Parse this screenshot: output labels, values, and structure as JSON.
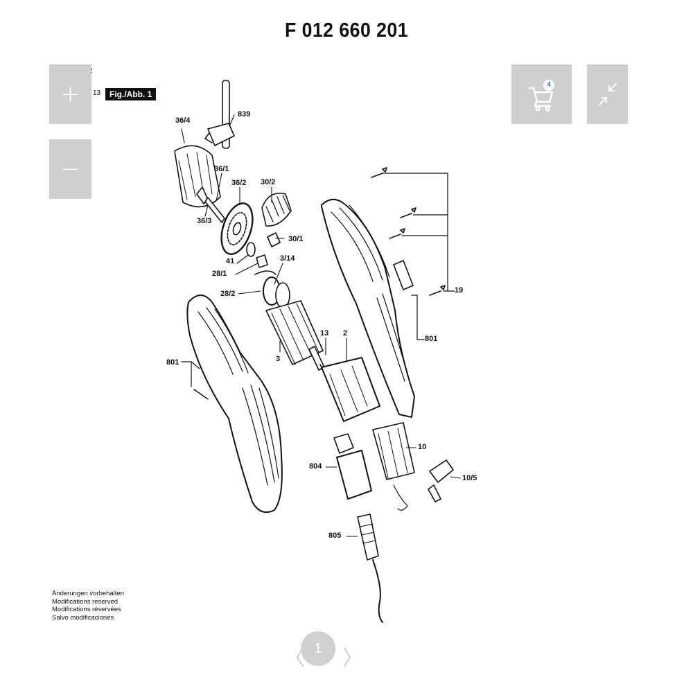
{
  "document": {
    "title": "F 012 660 201",
    "figure_label": "Fig./Abb. 1",
    "figure_ref": "13"
  },
  "zoom": {
    "in_label": "+",
    "out_label": "−"
  },
  "cart": {
    "count": "4",
    "icon": "cart-icon"
  },
  "collapse": {
    "icon": "collapse-icon"
  },
  "callouts": {
    "c839": "839",
    "c36_4": "36/4",
    "c36_1": "36/1",
    "c36_2": "36/2",
    "c30_2": "30/2",
    "c36_3": "36/3",
    "c30_1": "30/1",
    "c41": "41",
    "c28_1": "28/1",
    "c3_14": "3/14",
    "c28_2": "28/2",
    "c19": "19",
    "c801_right": "801",
    "c13": "13",
    "c2": "2",
    "c801_left": "801",
    "c3": "3",
    "c10": "10",
    "c804": "804",
    "c10_5": "10/5",
    "c805": "805"
  },
  "disclaimer": {
    "line1": "Änderungen vorbehalten",
    "line2": "Modifications reserved",
    "line3": "Modifications réservées",
    "line4": "Salvo modificaciones"
  },
  "pager": {
    "prev": "〈",
    "current": "1",
    "next": "〉"
  },
  "colors": {
    "control_bg": "#cfcfcf",
    "badge_text": "#3a70b4"
  }
}
